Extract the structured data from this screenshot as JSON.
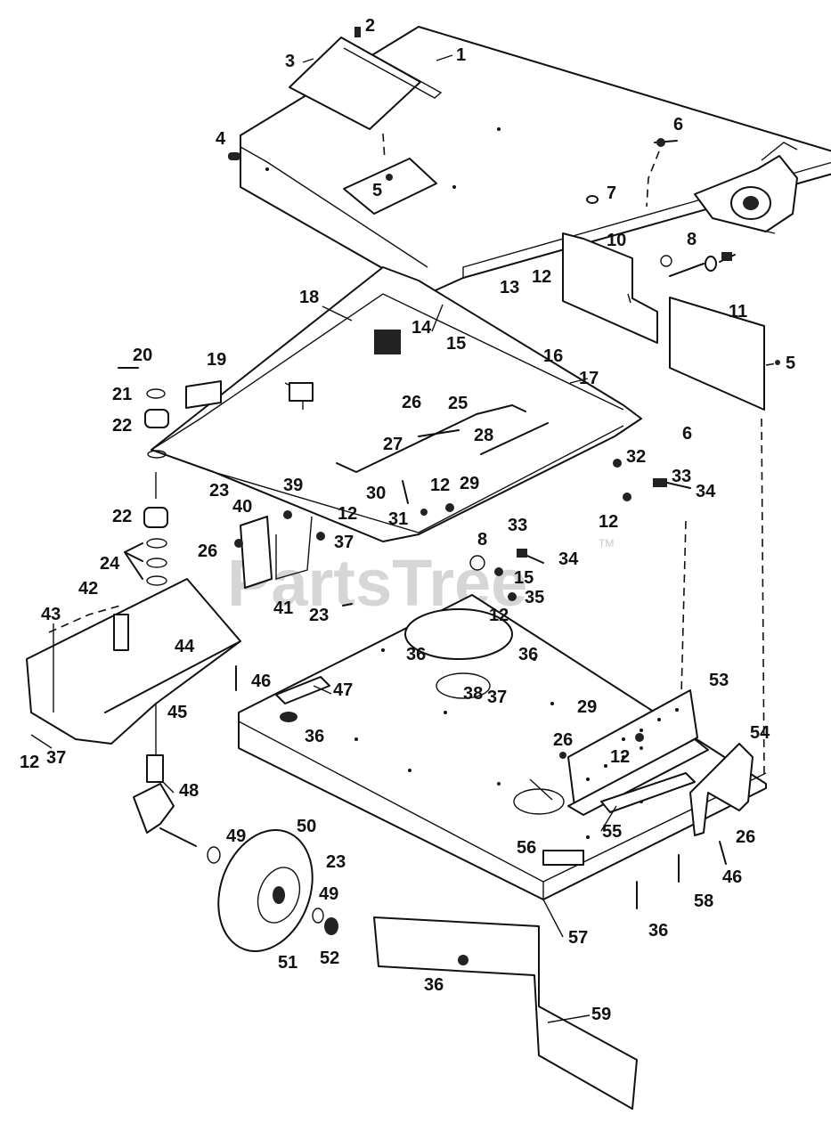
{
  "watermark": {
    "text": "PartsTree",
    "trademark": "TM"
  },
  "callouts": [
    {
      "id": "c1",
      "text": "1"
    },
    {
      "id": "c2",
      "text": "2"
    },
    {
      "id": "c3",
      "text": "3"
    },
    {
      "id": "c4",
      "text": "4"
    },
    {
      "id": "c5a",
      "text": "5"
    },
    {
      "id": "c5b",
      "text": "5"
    },
    {
      "id": "c6a",
      "text": "6"
    },
    {
      "id": "c6b",
      "text": "6"
    },
    {
      "id": "c7",
      "text": "7"
    },
    {
      "id": "c8a",
      "text": "8"
    },
    {
      "id": "c8b",
      "text": "8"
    },
    {
      "id": "c10",
      "text": "10"
    },
    {
      "id": "c11",
      "text": "11"
    },
    {
      "id": "c12a",
      "text": "12"
    },
    {
      "id": "c12b",
      "text": "12"
    },
    {
      "id": "c12c",
      "text": "12"
    },
    {
      "id": "c12d",
      "text": "12"
    },
    {
      "id": "c12e",
      "text": "12"
    },
    {
      "id": "c12f",
      "text": "12"
    },
    {
      "id": "c12g",
      "text": "12"
    },
    {
      "id": "c13",
      "text": "13"
    },
    {
      "id": "c14",
      "text": "14"
    },
    {
      "id": "c15a",
      "text": "15"
    },
    {
      "id": "c15b",
      "text": "15"
    },
    {
      "id": "c16",
      "text": "16"
    },
    {
      "id": "c17",
      "text": "17"
    },
    {
      "id": "c18",
      "text": "18"
    },
    {
      "id": "c19",
      "text": "19"
    },
    {
      "id": "c20",
      "text": "20"
    },
    {
      "id": "c21",
      "text": "21"
    },
    {
      "id": "c22a",
      "text": "22"
    },
    {
      "id": "c22b",
      "text": "22"
    },
    {
      "id": "c23a",
      "text": "23"
    },
    {
      "id": "c23b",
      "text": "23"
    },
    {
      "id": "c23c",
      "text": "23"
    },
    {
      "id": "c24",
      "text": "24"
    },
    {
      "id": "c25",
      "text": "25"
    },
    {
      "id": "c26a",
      "text": "26"
    },
    {
      "id": "c26b",
      "text": "26"
    },
    {
      "id": "c26c",
      "text": "26"
    },
    {
      "id": "c26d",
      "text": "26"
    },
    {
      "id": "c27",
      "text": "27"
    },
    {
      "id": "c28",
      "text": "28"
    },
    {
      "id": "c29a",
      "text": "29"
    },
    {
      "id": "c29b",
      "text": "29"
    },
    {
      "id": "c30",
      "text": "30"
    },
    {
      "id": "c31",
      "text": "31"
    },
    {
      "id": "c32",
      "text": "32"
    },
    {
      "id": "c33a",
      "text": "33"
    },
    {
      "id": "c33b",
      "text": "33"
    },
    {
      "id": "c34a",
      "text": "34"
    },
    {
      "id": "c34b",
      "text": "34"
    },
    {
      "id": "c35",
      "text": "35"
    },
    {
      "id": "c36a",
      "text": "36"
    },
    {
      "id": "c36b",
      "text": "36"
    },
    {
      "id": "c36c",
      "text": "36"
    },
    {
      "id": "c36d",
      "text": "36"
    },
    {
      "id": "c36e",
      "text": "36"
    },
    {
      "id": "c37a",
      "text": "37"
    },
    {
      "id": "c37b",
      "text": "37"
    },
    {
      "id": "c37c",
      "text": "37"
    },
    {
      "id": "c38",
      "text": "38"
    },
    {
      "id": "c39",
      "text": "39"
    },
    {
      "id": "c40",
      "text": "40"
    },
    {
      "id": "c41",
      "text": "41"
    },
    {
      "id": "c42",
      "text": "42"
    },
    {
      "id": "c43",
      "text": "43"
    },
    {
      "id": "c44",
      "text": "44"
    },
    {
      "id": "c45",
      "text": "45"
    },
    {
      "id": "c46a",
      "text": "46"
    },
    {
      "id": "c46b",
      "text": "46"
    },
    {
      "id": "c47",
      "text": "47"
    },
    {
      "id": "c48",
      "text": "48"
    },
    {
      "id": "c49a",
      "text": "49"
    },
    {
      "id": "c49b",
      "text": "49"
    },
    {
      "id": "c50",
      "text": "50"
    },
    {
      "id": "c51",
      "text": "51"
    },
    {
      "id": "c52",
      "text": "52"
    },
    {
      "id": "c53",
      "text": "53"
    },
    {
      "id": "c54",
      "text": "54"
    },
    {
      "id": "c55",
      "text": "55"
    },
    {
      "id": "c56",
      "text": "56"
    },
    {
      "id": "c57",
      "text": "57"
    },
    {
      "id": "c58",
      "text": "58"
    },
    {
      "id": "c59",
      "text": "59"
    }
  ]
}
